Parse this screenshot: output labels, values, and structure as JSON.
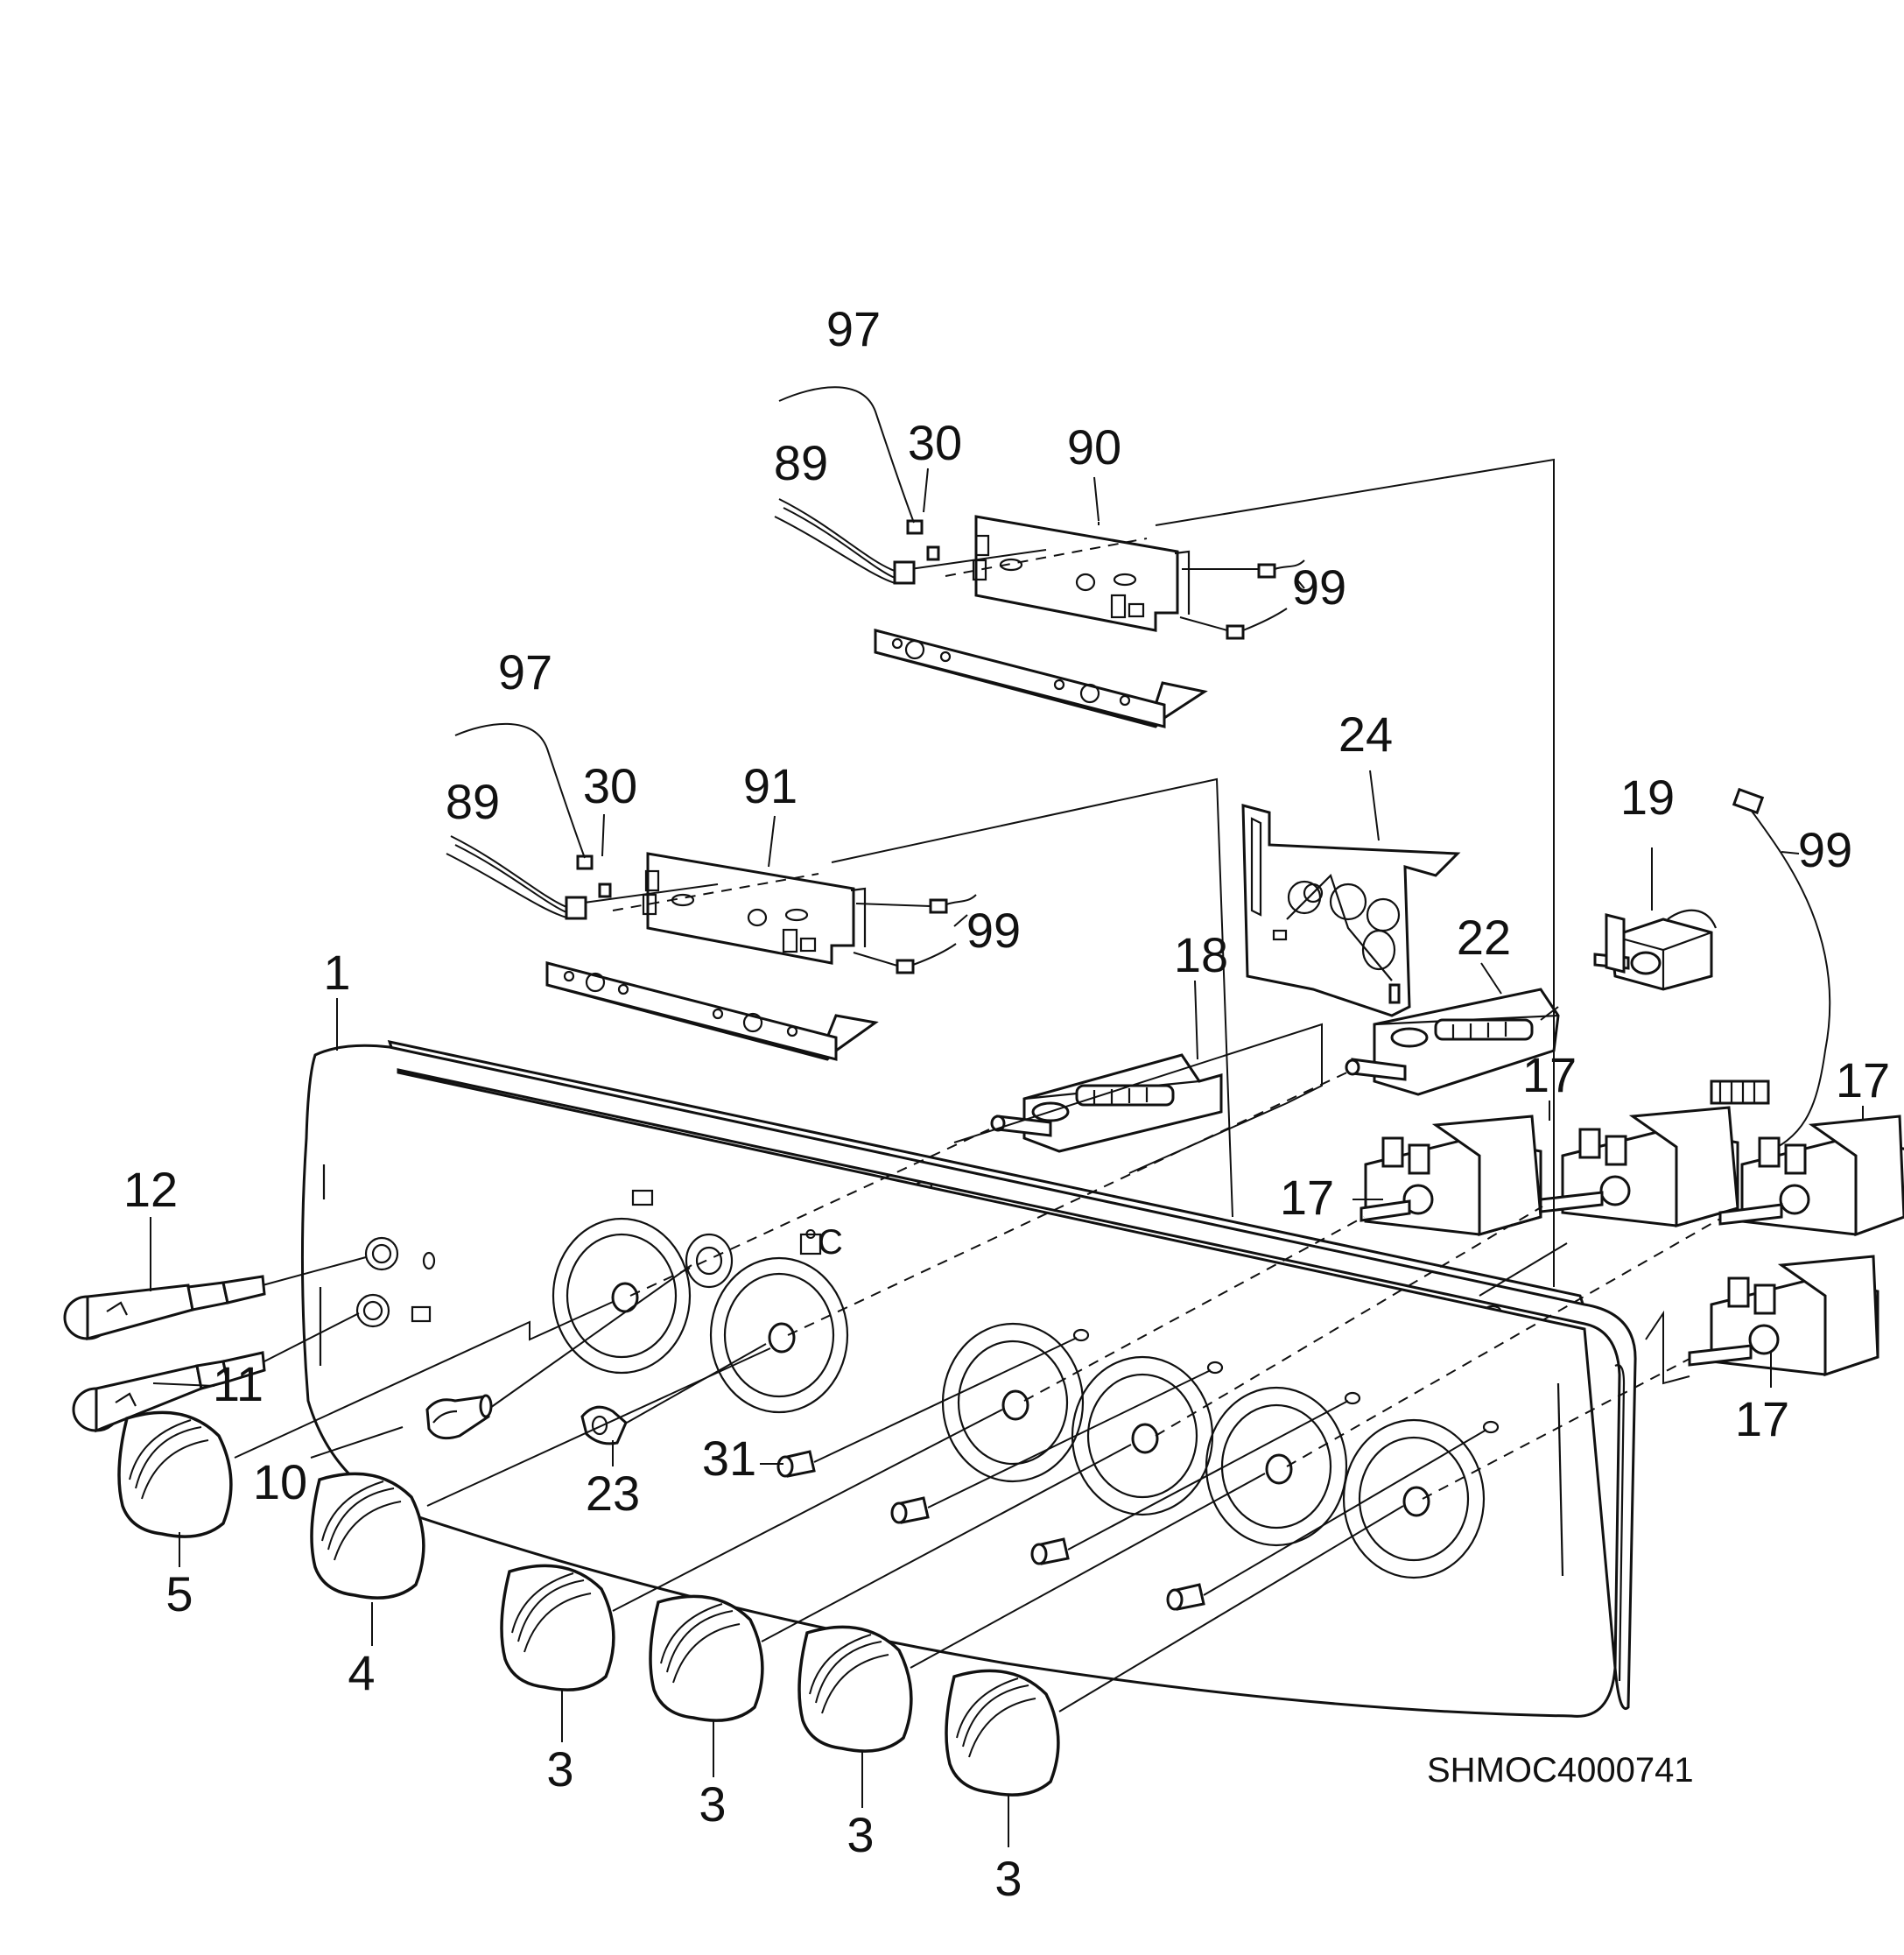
{
  "diagram_code": "SHMOC4000741",
  "callouts": {
    "c1": "1",
    "c3a": "3",
    "c3b": "3",
    "c3c": "3",
    "c3d": "3",
    "c4": "4",
    "c5": "5",
    "c10": "10",
    "c11": "11",
    "c12": "12",
    "c17a": "17",
    "c17b": "17",
    "c17c": "17",
    "c17d": "17",
    "c18": "18",
    "c19": "19",
    "c22": "22",
    "c23": "23",
    "c24": "24",
    "c30a": "30",
    "c30b": "30",
    "c31": "31",
    "c89a": "89",
    "c89b": "89",
    "c90": "90",
    "c91": "91",
    "c97a": "97",
    "c97b": "97",
    "c99a": "99",
    "c99b": "99",
    "c99c": "99"
  },
  "panel_symbols": {
    "temperature": "°C"
  }
}
